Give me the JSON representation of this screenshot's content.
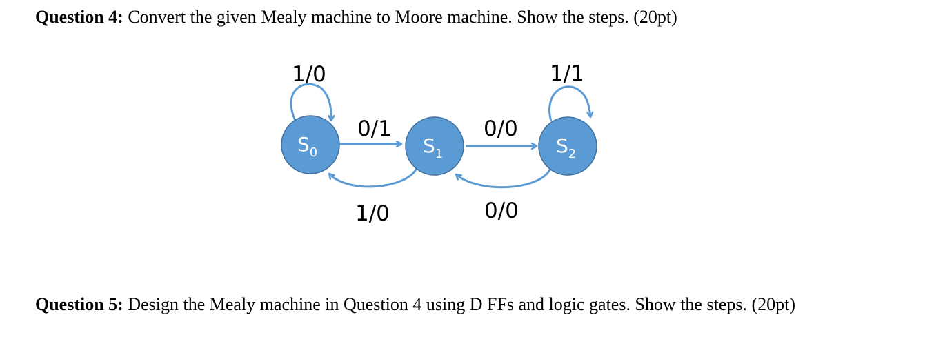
{
  "questions": {
    "q4": {
      "title": "Question 4:",
      "text": " Convert the given Mealy machine to Moore machine. Show the steps. (20pt)"
    },
    "q5": {
      "title": "Question 5:",
      "text": " Design the Mealy machine in Question 4 using D FFs and logic gates. Show the steps. (20pt)"
    }
  },
  "diagram": {
    "colors": {
      "state_fill": "#5b9bd5",
      "state_stroke": "#41719c",
      "edge": "#5b9bd5",
      "state_text": "#ffffff"
    },
    "states": [
      {
        "id": "s0",
        "label": "S",
        "sub": "0"
      },
      {
        "id": "s1",
        "label": "S",
        "sub": "1"
      },
      {
        "id": "s2",
        "label": "S",
        "sub": "2"
      }
    ],
    "transitions": [
      {
        "id": "s0-self",
        "from": "s0",
        "to": "s0",
        "label": "1/0"
      },
      {
        "id": "s0-s1",
        "from": "s0",
        "to": "s1",
        "label": "0/1"
      },
      {
        "id": "s1-s0",
        "from": "s1",
        "to": "s0",
        "label": "1/0"
      },
      {
        "id": "s1-s2",
        "from": "s1",
        "to": "s2",
        "label": "0/0"
      },
      {
        "id": "s2-s1",
        "from": "s2",
        "to": "s1",
        "label": "0/0"
      },
      {
        "id": "s2-self",
        "from": "s2",
        "to": "s2",
        "label": "1/1"
      }
    ]
  }
}
